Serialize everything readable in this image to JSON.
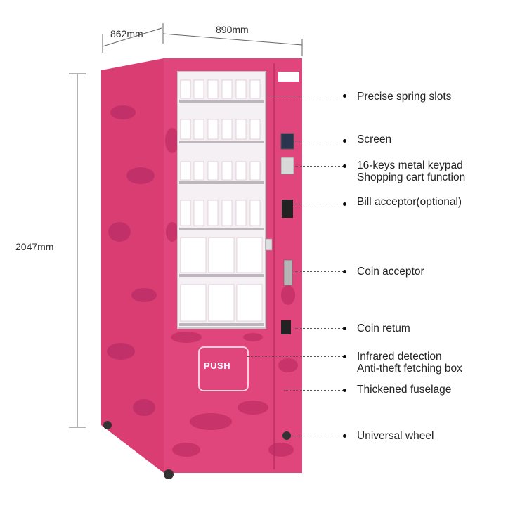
{
  "dimensions": {
    "depth": "862mm",
    "width": "890mm",
    "height": "2047mm"
  },
  "machine": {
    "push_label": "PUSH",
    "brand_logo": "logo",
    "body_color": "#e0457b",
    "pattern_color": "#c8336a",
    "side_color": "#d93d72"
  },
  "callouts": [
    {
      "label": "Precise spring slots"
    },
    {
      "label": "Screen"
    },
    {
      "label": "16-keys metal keypad",
      "label2": "Shopping cart function"
    },
    {
      "label": "Bill acceptor(optional)"
    },
    {
      "label": "Coin acceptor"
    },
    {
      "label": "Coin retum"
    },
    {
      "label": "Infrared detection",
      "label2": "Anti-theft fetching box"
    },
    {
      "label": "Thickened fuselage"
    },
    {
      "label": "Universal wheel"
    }
  ]
}
